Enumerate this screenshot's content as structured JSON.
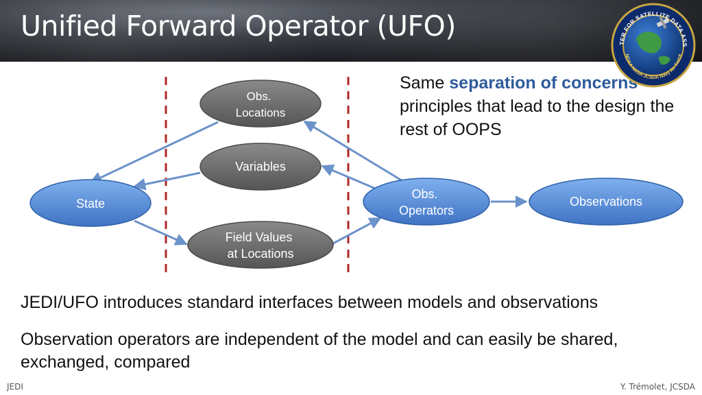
{
  "slide": {
    "title": "Unified Forward Operator (UFO)",
    "separation": {
      "prefix": "Same ",
      "highlight": "separation of concerns",
      "suffix": " principles that lead to the design the rest of OOPS"
    },
    "bullet1": "JEDI/UFO introduces standard interfaces between models and observations",
    "bullet2": "Observation operators are independent of the model and can easily be shared, exchanged, compared",
    "footer_left": "JEDI",
    "footer_right": "Y. Trémolet, JCSDA"
  },
  "logo": {
    "ring_text": "JOINT CENTER FOR SATELLITE DATA ASSIMILATION",
    "bottom_text": "NOAA NASA JCSDA Navy Air Force"
  },
  "diagram": {
    "nodes": {
      "state": "State",
      "obs_locations": "Obs. Locations",
      "variables": "Variables",
      "field_values": "Field Values at Locations",
      "obs_operators": "Obs. Operators",
      "observations": "Observations"
    }
  },
  "colors": {
    "blue_node": "#5b8fd9",
    "grey_node": "#6a6a6a",
    "arrow": "#6b92c9",
    "separator": "#b02828",
    "highlight_text": "#2f5b9c"
  }
}
